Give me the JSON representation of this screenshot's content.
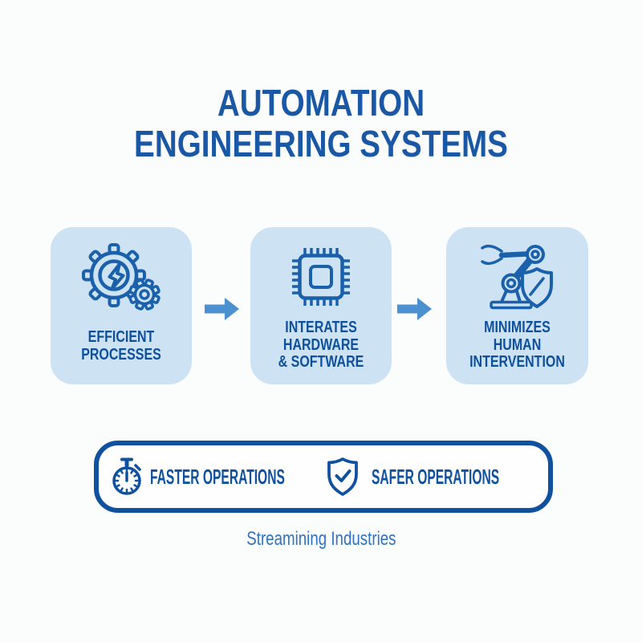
{
  "title": {
    "line1": "AUTOMATION",
    "line2": "ENGINEERING SYSTEMS",
    "color": "#1a57a5"
  },
  "flow": {
    "card_background": "#cde3f3",
    "icon_stroke": "#1b60ab",
    "label_color": "#0f509e",
    "arrow_color": "#4b91d1",
    "steps": [
      {
        "icon": "gears-icon",
        "lines": [
          "EFFICIENT",
          "PROCESSES"
        ]
      },
      {
        "icon": "chip-icon",
        "lines": [
          "INTERATES",
          "HARDWARE",
          "& SOFTWARE"
        ]
      },
      {
        "icon": "robot-arm-shield-icon",
        "lines": [
          "MINIMIZES",
          "HUMAN",
          "INTERVENTION"
        ]
      }
    ]
  },
  "benefits": {
    "border_color": "#10519f",
    "text_color": "#10519f",
    "items": [
      {
        "icon": "stopwatch-icon",
        "label": "FASTER OPERATIONS"
      },
      {
        "icon": "shield-check-icon",
        "label": "SAFER OPERATIONS"
      }
    ]
  },
  "footer": {
    "tagline": "Streamining Industries",
    "color": "#2e74c2"
  }
}
